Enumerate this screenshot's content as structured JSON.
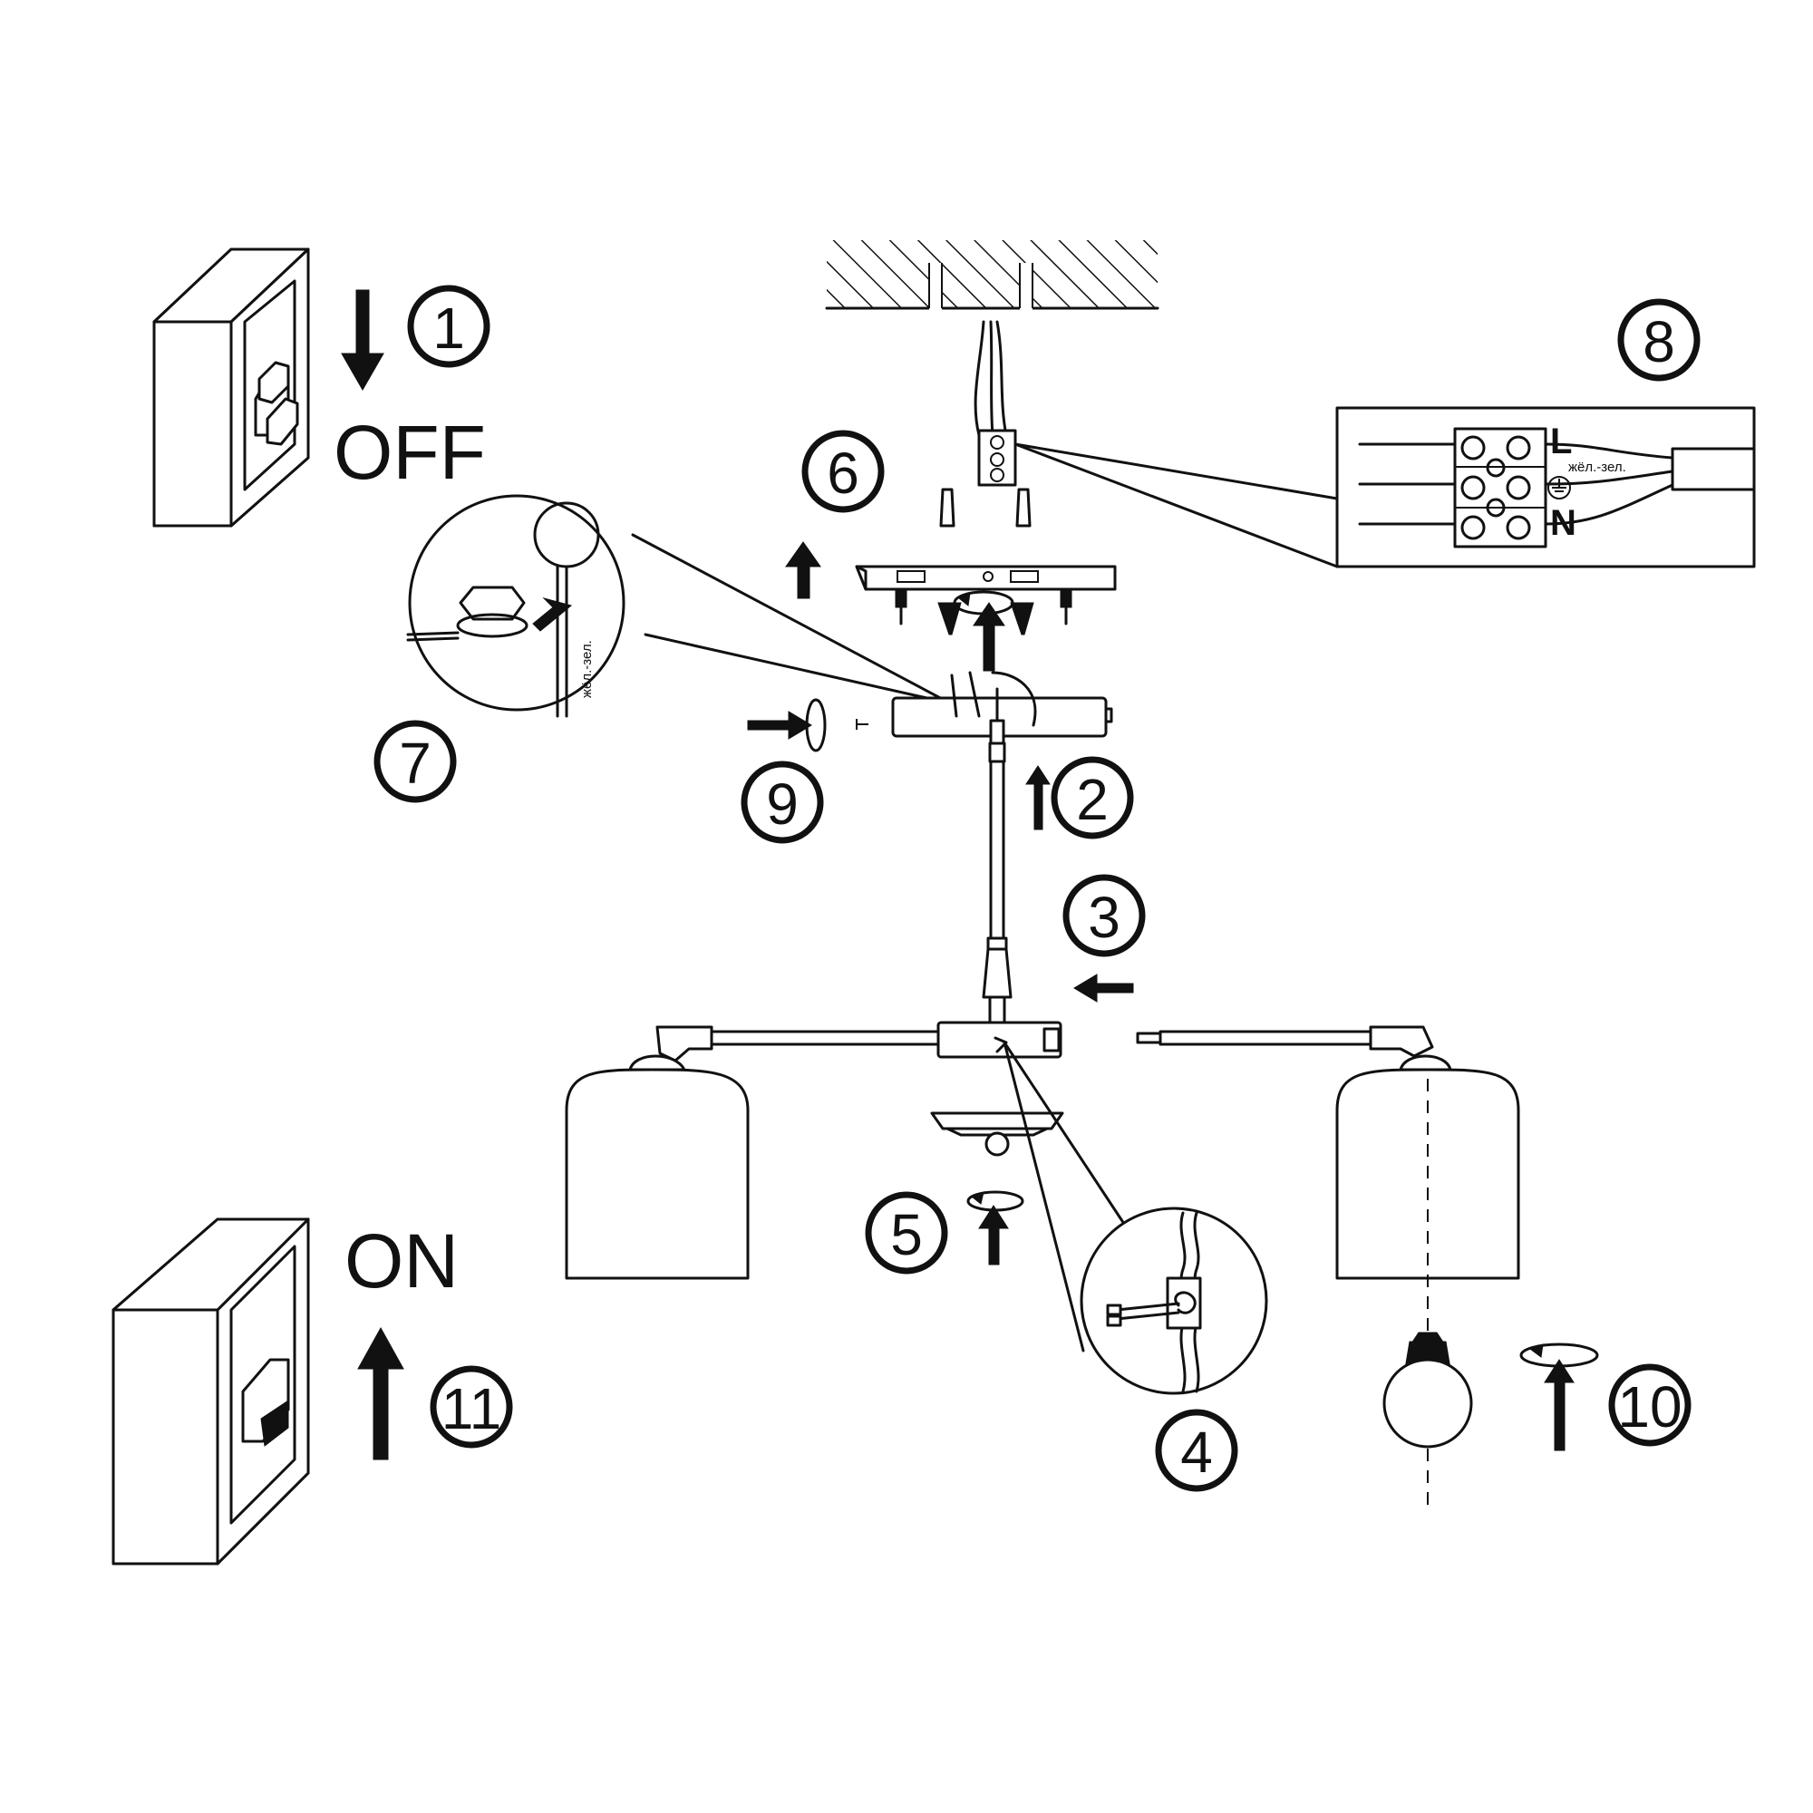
{
  "labels": {
    "off": "OFF",
    "on": "ON",
    "wire_label_inset": "жёл.-зел.",
    "wire_label_terminal": "жёл.-зел.",
    "terminal_live": "L",
    "terminal_neutral": "N"
  },
  "steps": [
    "1",
    "2",
    "3",
    "4",
    "5",
    "6",
    "7",
    "8",
    "9",
    "10",
    "11"
  ]
}
